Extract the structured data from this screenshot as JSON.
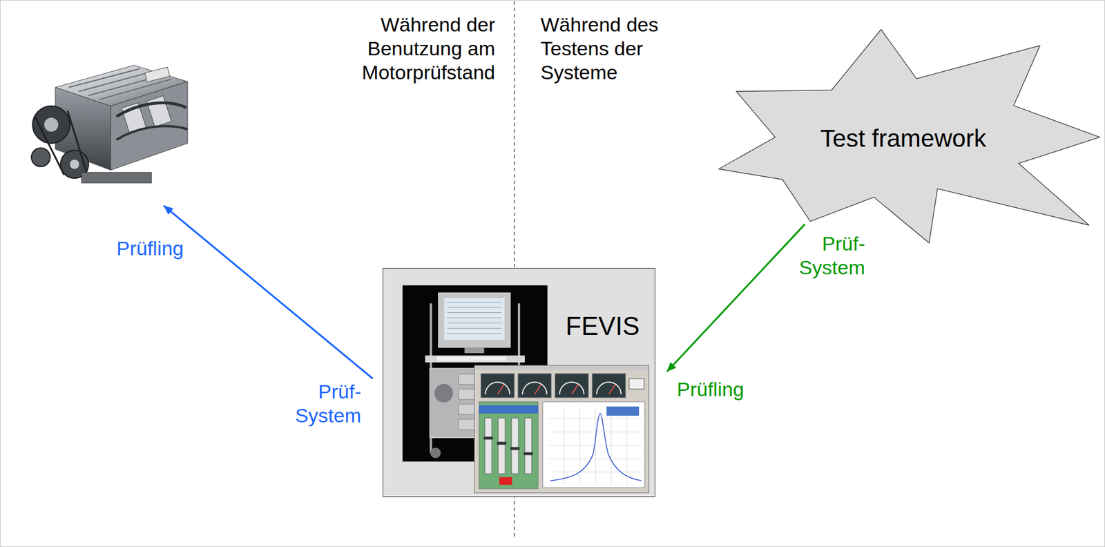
{
  "diagram": {
    "nodes": [
      {
        "text": [
          "FEVIS"
        ]
      },
      {
        "text": [
          "Test framework"
        ]
      }
    ],
    "edges": [
      {
        "from": 1,
        "to": 0,
        "arrow": "to"
      }
    ],
    "labels": [
      "Während der Benutzung am Motorprüfstand",
      "Während des Testens der Systeme",
      "Prüfling",
      "Prüf- System",
      "Prüf- System",
      "Prüfling"
    ]
  }
}
